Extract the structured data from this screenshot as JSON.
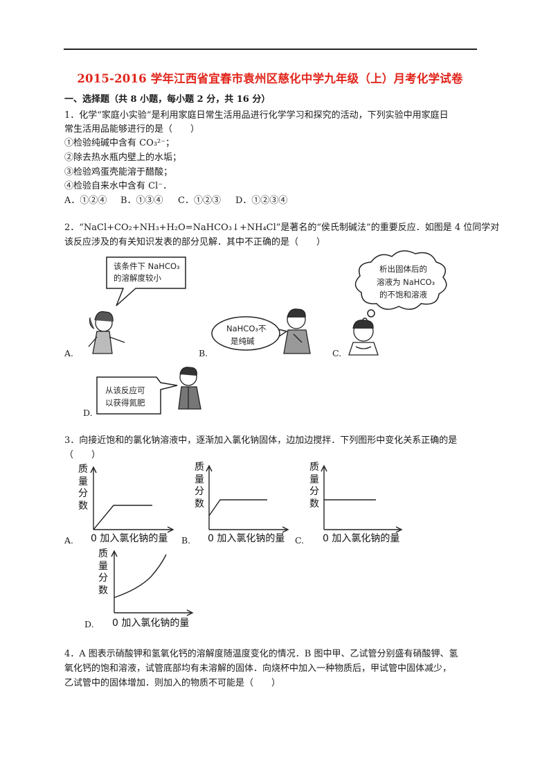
{
  "title": "2015-2016 学年江西省宜春市袁州区慈化中学九年级（上）月考化学试卷",
  "section1": {
    "heading": "一、选择题（共 8 小题，每小题 2 分，共 16 分）"
  },
  "q1": {
    "stem_line1": "1．化学“家庭小实验”是利用家庭日常生活用品进行化学学习和探究的活动，下列实验中用家庭日",
    "stem_line2": "常生活用品能够进行的是（　　）",
    "items": [
      "①检验纯碱中含有 CO₃²⁻；",
      "②除去热水瓶内壁上的水垢；",
      "③检验鸡蛋壳能溶于醋酸；",
      "④检验自来水中含有 Cl⁻．"
    ],
    "options": [
      "A．①②④",
      "B．①③④",
      "C．①②③",
      "D．①②③④"
    ]
  },
  "q2": {
    "stem_line1": "2．“NaCl+CO₂+NH₃+H₂O=NaHCO₃↓+NH₄Cl”是著名的“侯氏制碱法”的重要反应．如图是 4 位同学对",
    "stem_line2": "该反应涉及的有关知识发表的部分见解．其中不正确的是（　　）",
    "bubbles": {
      "a": [
        "该条件下 NaHCO₃",
        "的溶解度较小"
      ],
      "b": [
        "NaHCO₃不",
        "是纯碱"
      ],
      "c": [
        "析出固体后的",
        "溶液为 NaHCO₃",
        "的不饱和溶液"
      ],
      "d": [
        "从该反应可",
        "以获得氮肥"
      ]
    },
    "labels": [
      "A.",
      "B.",
      "C.",
      "D."
    ]
  },
  "q3": {
    "stem_line1": "3．向接近饱和的氯化钠溶液中，逐渐加入氯化钠固体，边加边搅拌．下列图形中变化关系正确的是",
    "stem_line2": "（　　）",
    "ylabel": "质量分数",
    "xlabel": "0 加入氯化钠的量",
    "labels": [
      "A.",
      "B.",
      "C.",
      "D."
    ]
  },
  "chart_data": [
    {
      "type": "line",
      "option": "A",
      "ylabel": "质量分数",
      "xlabel": "0 加入氯化钠的量",
      "shape": "rises from origin then flat"
    },
    {
      "type": "line",
      "option": "B",
      "ylabel": "质量分数",
      "xlabel": "0 加入氯化钠的量",
      "shape": "starts above zero, rises, then flat"
    },
    {
      "type": "line",
      "option": "C",
      "ylabel": "质量分数",
      "xlabel": "0 加入氯化钠的量",
      "shape": "constant horizontal line"
    },
    {
      "type": "line",
      "option": "D",
      "ylabel": "质量分数",
      "xlabel": "0 加入氯化钠的量",
      "shape": "starts above zero and increases continuously"
    }
  ],
  "q4": {
    "stem_line1": "4．A 图表示硝酸钾和氢氧化钙的溶解度随温度变化的情况．B 图中甲、乙试管分别盛有硝酸钾、氢",
    "stem_line2": "氧化钙的饱和溶液，试管底部均有未溶解的固体．向烧杯中加入一种物质后，甲试管中固体减少，",
    "stem_line3": "乙试管中的固体增加．则加入的物质不可能是（　　）"
  }
}
